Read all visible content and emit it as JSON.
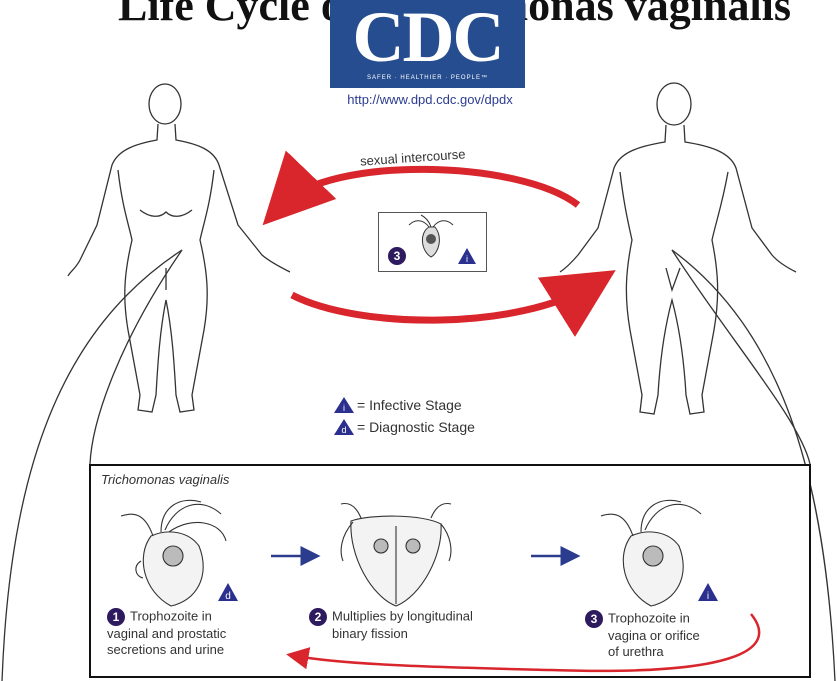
{
  "header": {
    "cut_title": "Life Cycle of Trichomonas vaginalis",
    "logo_letters": "CDC",
    "logo_tagline": "SAFER · HEALTHIER · PEOPLE™",
    "url": "http://www.dpd.cdc.gov/dpdx"
  },
  "cycle": {
    "transmission_label": "sexual intercourse",
    "center_stage_number": "3",
    "center_stage_marker": "i"
  },
  "legend": {
    "infective": {
      "marker": "i",
      "text": "= Infective Stage"
    },
    "diagnostic": {
      "marker": "d",
      "text": "= Diagnostic Stage"
    }
  },
  "inset": {
    "title": "Trichomonas vaginalis",
    "steps": [
      {
        "number": "1",
        "marker": "d",
        "lines": [
          "Trophozoite in",
          "vaginal and prostatic",
          "secretions and urine"
        ]
      },
      {
        "number": "2",
        "marker": "",
        "lines": [
          "Multiplies by longitudinal",
          "binary fission"
        ]
      },
      {
        "number": "3",
        "marker": "i",
        "lines": [
          "Trophozoite in",
          "vagina or orifice",
          "of urethra"
        ]
      }
    ]
  },
  "colors": {
    "cycle_arrow": "#d8262c",
    "cdc_blue": "#264d8f",
    "stage_number_fill": "#2e1a5e",
    "stage_triangle_fill": "#2b2f8e",
    "inset_arrow": "#2b3c8f"
  }
}
